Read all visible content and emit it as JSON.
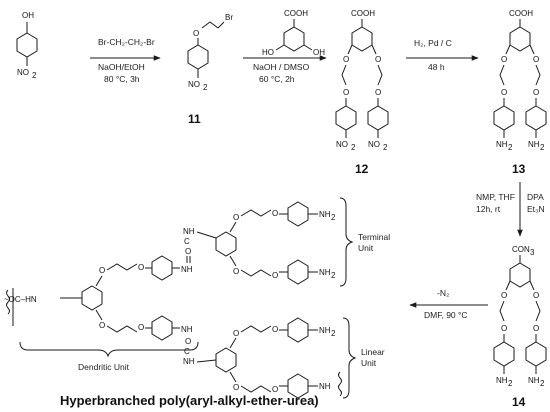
{
  "compounds": {
    "c11": "11",
    "c12": "12",
    "c13": "13",
    "c14": "14"
  },
  "atoms": {
    "oh": "OH",
    "no2": "NO",
    "sub2": "2",
    "br": "Br",
    "cooh": "COOH",
    "ho": "HO",
    "o": "O",
    "nh2": "NH",
    "con3": "CON",
    "sub3": "3",
    "nh": "NH",
    "hn": "HN",
    "c": "C",
    "oc_hn": "~OC–HN"
  },
  "conditions": {
    "step1": [
      "Br-CH₂-CH₂-Br",
      "NaOH/EtOH",
      "80 °C, 3h"
    ],
    "step2": [
      "NaOH / DMSO",
      "60 °C, 2h"
    ],
    "step3": [
      "H₂, Pd / C",
      "48 h"
    ],
    "step4_left": [
      "NMP, THF",
      "12h, rt"
    ],
    "step4_right": [
      "DPA",
      "Et₃N"
    ],
    "step5": [
      "-N₂",
      "DMF, 90 °C"
    ]
  },
  "units": {
    "terminal": [
      "Terminal",
      "Unit"
    ],
    "linear": [
      "Linear",
      "Unit"
    ],
    "dendritic": "Dendritic Unit"
  },
  "title": "Hyperbranched poly(aryl-alkyl-ether-urea)"
}
